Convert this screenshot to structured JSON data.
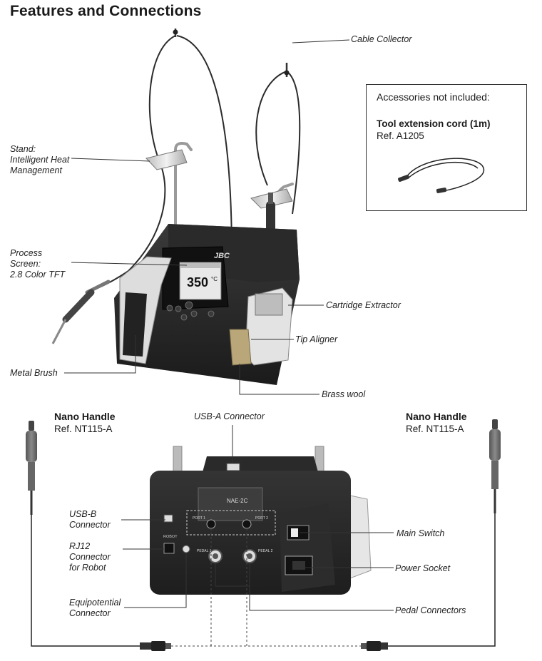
{
  "title": "Features and Connections",
  "labels_top": {
    "cable_collector": "Cable Collector",
    "stand": [
      "Stand:",
      "Intelligent Heat",
      "Management"
    ],
    "process_screen": [
      "Process",
      "Screen:",
      "2.8 Color TFT"
    ],
    "cartridge_extractor": "Cartridge Extractor",
    "tip_aligner": "Tip Aligner",
    "metal_brush": "Metal Brush",
    "brass_wool": "Brass wool"
  },
  "screen": {
    "temperature": "350",
    "unit": "°C"
  },
  "brand": "JBC",
  "accessories": {
    "heading": "Accessories not included:",
    "item": "Tool extension cord (1m)",
    "ref": "Ref. A1205"
  },
  "handles": {
    "left": {
      "name": "Nano Handle",
      "ref": "Ref. NT115-A"
    },
    "right": {
      "name": "Nano Handle",
      "ref": "Ref. NT115-A"
    }
  },
  "labels_bottom": {
    "usb_a": "USB-A Connector",
    "usb_b": [
      "USB-B",
      "Connector"
    ],
    "rj12": [
      "RJ12",
      "Connector",
      "for Robot"
    ],
    "equipotential": [
      "Equipotential",
      "Connector"
    ],
    "main_switch": "Main Switch",
    "power_socket": "Power Socket",
    "pedal_connectors": "Pedal Connectors"
  },
  "rear_panel": {
    "model": "NAE-2C",
    "robot": "ROBOT",
    "port1": "PORT 1",
    "port2": "PORT 2",
    "pedal1": "PEDAL 1",
    "pedal2": "PEDAL 2"
  }
}
